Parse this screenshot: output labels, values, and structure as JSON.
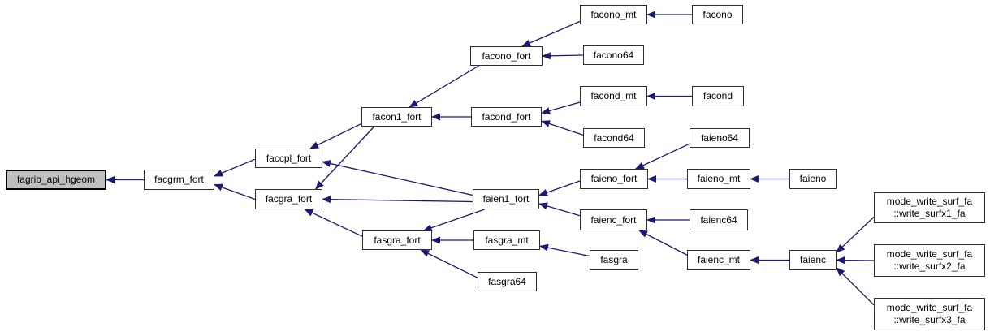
{
  "diagram": {
    "kind": "doxygen-call-graph",
    "background_color": "#ffffff",
    "edge_color": "#1a1a75",
    "node_border_color": "#2f2f2f",
    "node_fill_color": "#ffffff",
    "highlight_node_fill": "#bfbfbf",
    "highlight_node_id": "fagrib_api_hgeom",
    "nodes": [
      {
        "id": "fagrib_api_hgeom",
        "label": "fagrib_api_hgeom",
        "highlighted": true
      },
      {
        "id": "facgrm_fort",
        "label": "facgrm_fort",
        "highlighted": false
      },
      {
        "id": "faccpl_fort",
        "label": "faccpl_fort",
        "highlighted": false
      },
      {
        "id": "facgra_fort",
        "label": "facgra_fort",
        "highlighted": false
      },
      {
        "id": "facon1_fort",
        "label": "facon1_fort",
        "highlighted": false
      },
      {
        "id": "fasgra_fort",
        "label": "fasgra_fort",
        "highlighted": false
      },
      {
        "id": "facono_fort",
        "label": "facono_fort",
        "highlighted": false
      },
      {
        "id": "facond_fort",
        "label": "facond_fort",
        "highlighted": false
      },
      {
        "id": "faien1_fort",
        "label": "faien1_fort",
        "highlighted": false
      },
      {
        "id": "fasgra_mt",
        "label": "fasgra_mt",
        "highlighted": false
      },
      {
        "id": "fasgra64",
        "label": "fasgra64",
        "highlighted": false
      },
      {
        "id": "facono_mt",
        "label": "facono_mt",
        "highlighted": false
      },
      {
        "id": "facono64",
        "label": "facono64",
        "highlighted": false
      },
      {
        "id": "facond_mt",
        "label": "facond_mt",
        "highlighted": false
      },
      {
        "id": "facond64",
        "label": "facond64",
        "highlighted": false
      },
      {
        "id": "faieno64",
        "label": "faieno64",
        "highlighted": false
      },
      {
        "id": "faieno_fort",
        "label": "faieno_fort",
        "highlighted": false
      },
      {
        "id": "faieno_mt",
        "label": "faieno_mt",
        "highlighted": false
      },
      {
        "id": "faieno",
        "label": "faieno",
        "highlighted": false
      },
      {
        "id": "faienc_fort",
        "label": "faienc_fort",
        "highlighted": false
      },
      {
        "id": "faienc64",
        "label": "faienc64",
        "highlighted": false
      },
      {
        "id": "fasgra",
        "label": "fasgra",
        "highlighted": false
      },
      {
        "id": "faienc_mt",
        "label": "faienc_mt",
        "highlighted": false
      },
      {
        "id": "faienc",
        "label": "faienc",
        "highlighted": false
      },
      {
        "id": "write_surfx1",
        "label": "mode_write_surf_fa\n::write_surfx1_fa",
        "highlighted": false
      },
      {
        "id": "write_surfx2",
        "label": "mode_write_surf_fa\n::write_surfx2_fa",
        "highlighted": false
      },
      {
        "id": "write_surfx3",
        "label": "mode_write_surf_fa\n::write_surfx3_fa",
        "highlighted": false
      }
    ],
    "edges": [
      {
        "from": "facgrm_fort",
        "to": "fagrib_api_hgeom"
      },
      {
        "from": "faccpl_fort",
        "to": "facgrm_fort"
      },
      {
        "from": "facgra_fort",
        "to": "facgrm_fort"
      },
      {
        "from": "facon1_fort",
        "to": "faccpl_fort"
      },
      {
        "from": "facon1_fort",
        "to": "facgra_fort"
      },
      {
        "from": "faien1_fort",
        "to": "faccpl_fort"
      },
      {
        "from": "faien1_fort",
        "to": "facgra_fort"
      },
      {
        "from": "fasgra_fort",
        "to": "facgra_fort"
      },
      {
        "from": "facono_fort",
        "to": "facon1_fort"
      },
      {
        "from": "facond_fort",
        "to": "facon1_fort"
      },
      {
        "from": "facono_mt",
        "to": "facono_fort"
      },
      {
        "from": "facono64",
        "to": "facono_fort"
      },
      {
        "from": "facono",
        "to": "facono_mt"
      },
      {
        "from": "facond_mt",
        "to": "facond_fort"
      },
      {
        "from": "facond64",
        "to": "facond_fort"
      },
      {
        "from": "facond",
        "to": "facond_mt"
      },
      {
        "from": "faieno_fort",
        "to": "faien1_fort"
      },
      {
        "from": "faienc_fort",
        "to": "faien1_fort"
      },
      {
        "from": "faieno64",
        "to": "faieno_fort"
      },
      {
        "from": "faieno_mt",
        "to": "faieno_fort"
      },
      {
        "from": "faieno",
        "to": "faieno_mt"
      },
      {
        "from": "faienc64",
        "to": "faienc_fort"
      },
      {
        "from": "faienc_mt",
        "to": "faienc_fort"
      },
      {
        "from": "faienc",
        "to": "faienc_mt"
      },
      {
        "from": "faien1_fort",
        "to": "fasgra_fort"
      },
      {
        "from": "fasgra_mt",
        "to": "fasgra_fort"
      },
      {
        "from": "fasgra64",
        "to": "fasgra_fort"
      },
      {
        "from": "fasgra",
        "to": "fasgra_mt"
      },
      {
        "from": "write_surfx1",
        "to": "faienc"
      },
      {
        "from": "write_surfx2",
        "to": "faienc"
      },
      {
        "from": "write_surfx3",
        "to": "faienc"
      }
    ]
  }
}
